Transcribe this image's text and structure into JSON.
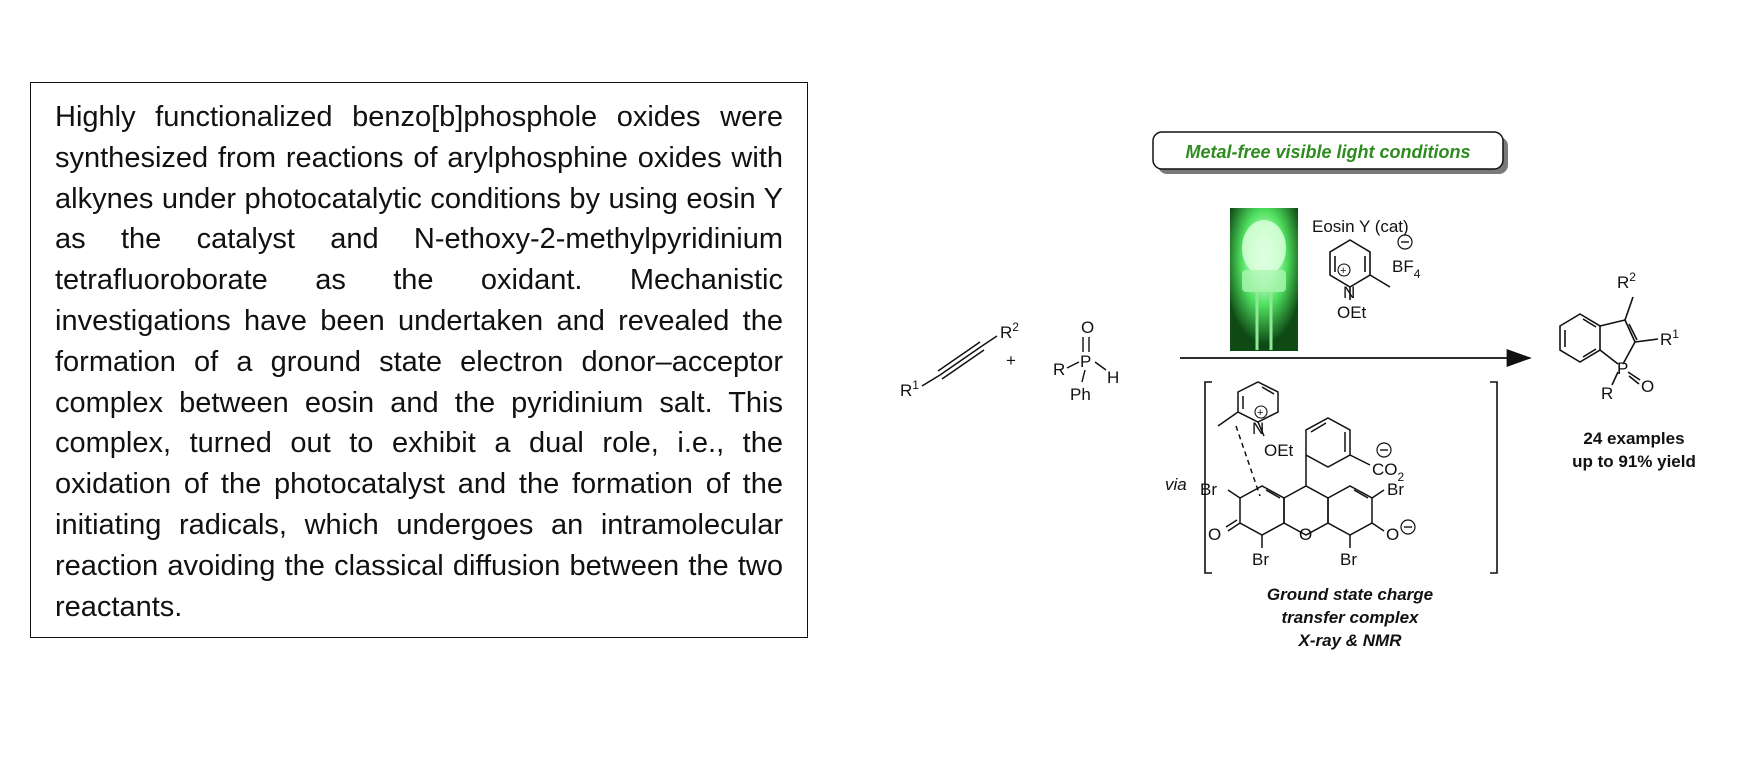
{
  "abstract": {
    "text": "Highly functionalized benzo[b]phosphole oxides were synthesized from reactions of arylphosphine oxides with alkynes under photocatalytic conditions by using eosin Y as the catalyst and N-ethoxy-2-methylpyridinium tetrafluoroborate as the oxidant. Mechanistic investigations have been undertaken and revealed the formation of a ground state electron donor–acceptor complex between eosin and the pyridinium salt. This complex, turned out to exhibit a dual role, i.e., the oxidation of the photocatalyst and the formation of the initiating radicals, which undergoes an intramolecular reaction avoiding the classical diffusion between the two reactants."
  },
  "scheme": {
    "banner": "Metal-free visible light conditions",
    "catalyst_label": "Eosin Y (cat)",
    "counter_ion": "BF",
    "counter_ion_sub": "4",
    "oxidant_substituent": "OEt",
    "via_label": "via",
    "complex_caption": [
      "Ground state charge",
      "transfer complex",
      "X-ray & NMR"
    ],
    "results": [
      "24 examples",
      "up to 91% yield"
    ],
    "alkyne": {
      "r1": "R",
      "r1_sup": "1",
      "r2": "R",
      "r2_sup": "2"
    },
    "phosphine": {
      "o": "O",
      "p": "P",
      "r": "R",
      "h": "H",
      "ph": "Ph"
    },
    "plus": "+",
    "product": {
      "r1": "R",
      "r1_sup": "1",
      "r2": "R",
      "r2_sup": "2",
      "p": "P",
      "o": "O",
      "r": "R"
    },
    "eosin": {
      "br_labels": [
        "Br",
        "Br",
        "Br",
        "Br"
      ],
      "o_ketone": "O",
      "o_ring": "O",
      "o_anion": "O",
      "carboxylate": "CO",
      "carboxylate_sub": "2",
      "pyridinium_n": "N",
      "pyridinium_oet": "OEt"
    },
    "colors": {
      "banner_text": "#2e8b1e",
      "led_glow": "#6dff7a",
      "led_bg": "#0f4a14"
    }
  }
}
